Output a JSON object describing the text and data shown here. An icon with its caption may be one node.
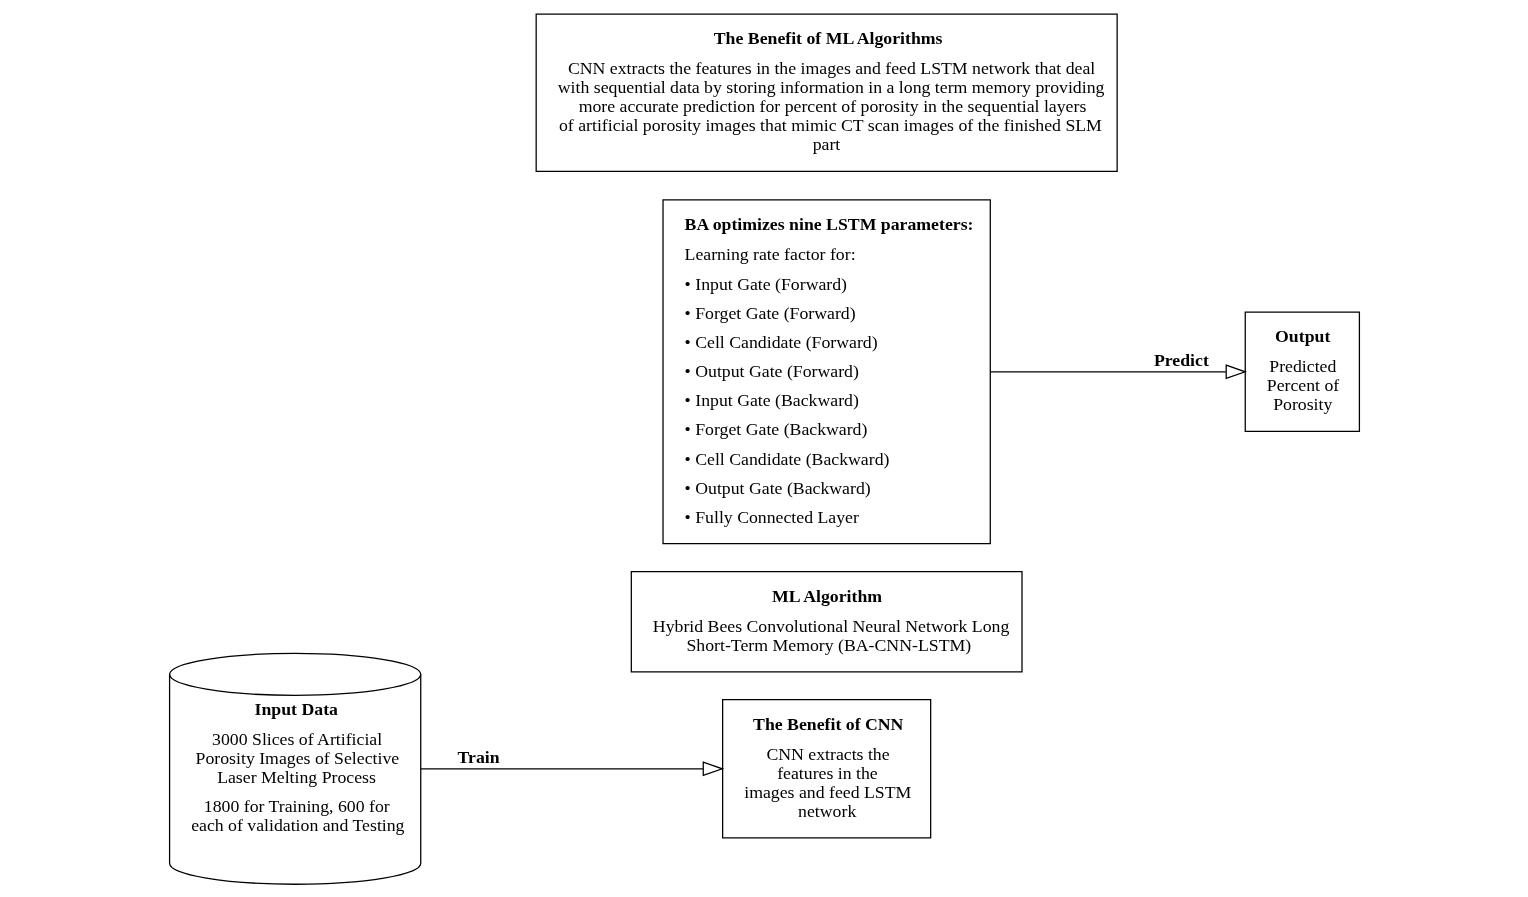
{
  "diagram": {
    "nodes": [
      {
        "text": [
          "Input Data",
          "3000 Slices of Artificial Porosity Images of Selective Laser Melting Process",
          "1800 for Training, 600 for each of validation and Testing"
        ]
      },
      {
        "text": [
          "ML Algorithm",
          "Hybrid Bees Convolutional Neural Network Long Short-Term Memory (BA-CNN-LSTM)"
        ]
      },
      {
        "text": [
          "The Benefit of CNN",
          "CNN extracts the features in the images and feed LSTM network"
        ]
      },
      {
        "text": [
          "BA optimizes nine LSTM parameters:",
          "Learning rate factor for:",
          "• Input Gate (Forward)",
          "• Forget Gate (Forward)",
          "• Cell Candidate (Forward)",
          "• Output Gate (Forward)",
          "• Input Gate (Backward)",
          "• Forget Gate (Backward)",
          "• Cell Candidate (Backward)",
          "• Output Gate (Backward)",
          "• Fully Connected Layer"
        ]
      },
      {
        "text": [
          "Output",
          "Predicted Percent of Porosity"
        ]
      },
      {
        "text": [
          "The Benefit of ML Algorithms",
          "CNN extracts the features in the images and feed LSTM network that deal with sequential data by storing information in a long term memory providing more accurate prediction for percent of porosity in the sequential layers of artificial porosity images that mimic CT scan images of the finished SLM part"
        ]
      }
    ],
    "edges": [
      {
        "from": 0,
        "to": 2,
        "arrow": "to",
        "label": "Train"
      },
      {
        "from": 3,
        "to": 4,
        "arrow": "to",
        "label": "Predict"
      }
    ]
  }
}
